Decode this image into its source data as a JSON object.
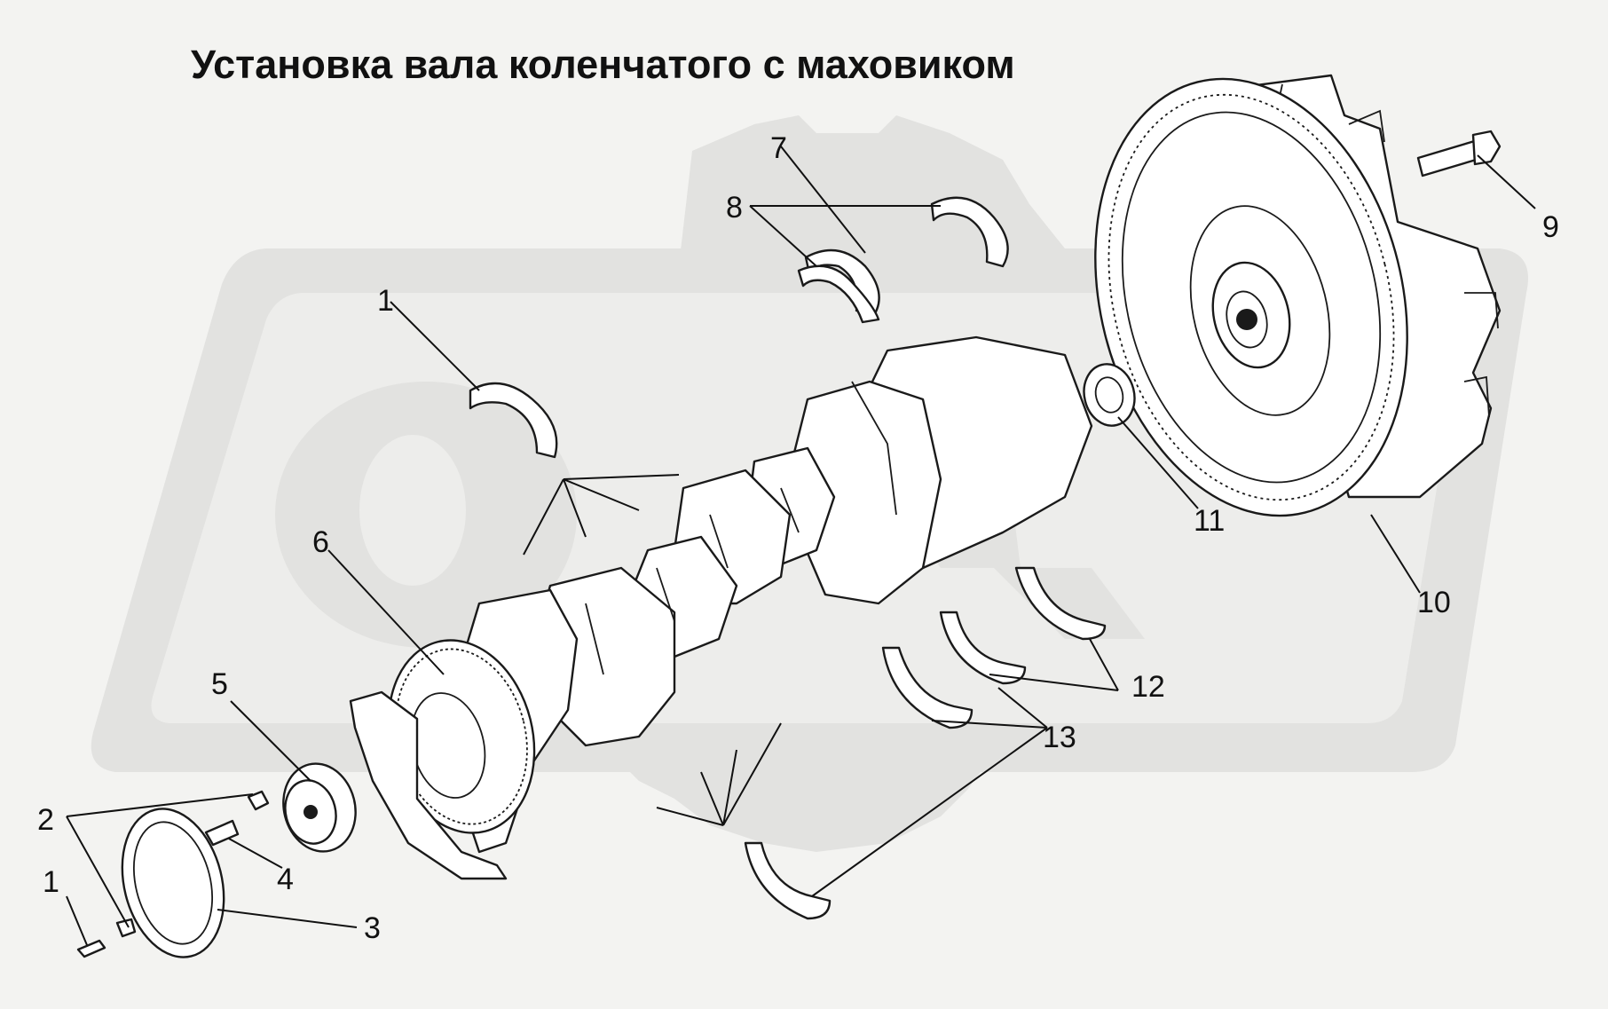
{
  "title": "Установка вала коленчатого с маховиком",
  "callouts": [
    {
      "id": "c1a",
      "text": "1"
    },
    {
      "id": "c1b",
      "text": "1"
    },
    {
      "id": "c2",
      "text": "2"
    },
    {
      "id": "c3",
      "text": "3"
    },
    {
      "id": "c4",
      "text": "4"
    },
    {
      "id": "c5",
      "text": "5"
    },
    {
      "id": "c6",
      "text": "6"
    },
    {
      "id": "c7",
      "text": "7"
    },
    {
      "id": "c8",
      "text": "8"
    },
    {
      "id": "c9",
      "text": "9"
    },
    {
      "id": "c10",
      "text": "10"
    },
    {
      "id": "c11",
      "text": "11"
    },
    {
      "id": "c12",
      "text": "12"
    },
    {
      "id": "c13",
      "text": "13"
    }
  ],
  "colors": {
    "background": "#f3f3f1",
    "watermark": "#e2e2e0",
    "line": "#1a1a1a"
  }
}
